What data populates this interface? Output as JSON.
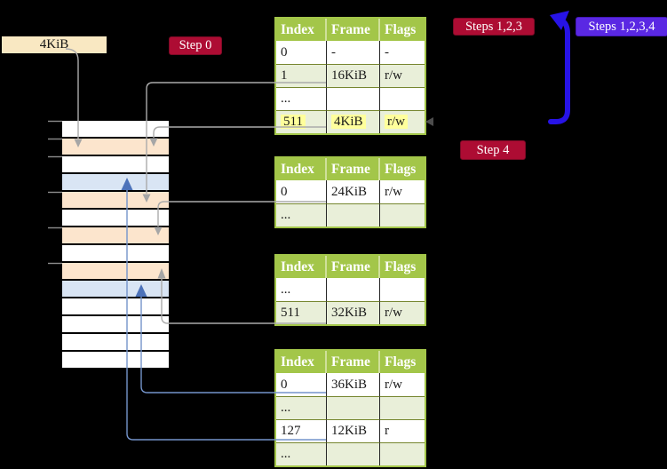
{
  "frame_label": {
    "text": "4KiB"
  },
  "badges": {
    "step0": "Step 0",
    "steps123": "Steps 1,2,3",
    "steps1234": "Steps 1,2,3,4",
    "step4": "Step 4"
  },
  "page_tables": [
    {
      "name": "page-table-at-4KiB",
      "headers": [
        "Index",
        "Frame",
        "Flags"
      ],
      "rows": [
        {
          "cells": [
            "0",
            "-",
            "-"
          ],
          "shaded": false,
          "highlight": false
        },
        {
          "cells": [
            "1",
            "16KiB",
            "r/w"
          ],
          "shaded": true,
          "highlight": false
        },
        {
          "cells": [
            "...",
            "",
            ""
          ],
          "shaded": false,
          "highlight": false
        },
        {
          "cells": [
            "511",
            "4KiB",
            "r/w"
          ],
          "shaded": true,
          "highlight": true
        }
      ]
    },
    {
      "name": "page-table-at-16KiB",
      "headers": [
        "Index",
        "Frame",
        "Flags"
      ],
      "rows": [
        {
          "cells": [
            "0",
            "24KiB",
            "r/w"
          ],
          "shaded": false,
          "highlight": false
        },
        {
          "cells": [
            "...",
            "",
            ""
          ],
          "shaded": true,
          "highlight": false
        }
      ]
    },
    {
      "name": "page-table-at-24KiB",
      "headers": [
        "Index",
        "Frame",
        "Flags"
      ],
      "rows": [
        {
          "cells": [
            "...",
            "",
            ""
          ],
          "shaded": false,
          "highlight": false
        },
        {
          "cells": [
            "511",
            "32KiB",
            "r/w"
          ],
          "shaded": true,
          "highlight": false
        }
      ]
    },
    {
      "name": "page-table-at-32KiB",
      "headers": [
        "Index",
        "Frame",
        "Flags"
      ],
      "rows": [
        {
          "cells": [
            "0",
            "36KiB",
            "r/w"
          ],
          "shaded": false,
          "highlight": false
        },
        {
          "cells": [
            "...",
            "",
            ""
          ],
          "shaded": true,
          "highlight": false
        },
        {
          "cells": [
            "127",
            "12KiB",
            "r"
          ],
          "shaded": false,
          "highlight": false
        },
        {
          "cells": [
            "...",
            "",
            ""
          ],
          "shaded": true,
          "highlight": false
        }
      ]
    }
  ],
  "memory_column": {
    "rows": [
      "plain",
      "table",
      "plain",
      "page",
      "table",
      "plain",
      "table",
      "plain",
      "table",
      "page",
      "plain",
      "plain",
      "plain",
      "plain"
    ]
  },
  "colors": {
    "background": "#000000",
    "badge_crimson": "#AD0C33",
    "badge_blueviolet": "#5A28E3",
    "table_header_green": "#A3C649",
    "table_row_shaded": "#E9EFD9",
    "highlight_yellow": "#FFFF9C",
    "memory_frame_table": "#FCE5CD",
    "memory_mapped_page": "#D9E5F4",
    "frame_label_wheat": "#F9E8C2",
    "connector_gray": "#ABABAB",
    "connector_blue_thin": "#7494CB",
    "connector_blue_arrowhead": "#4C72B9",
    "arrow_blue_thick": "#2713E6"
  }
}
